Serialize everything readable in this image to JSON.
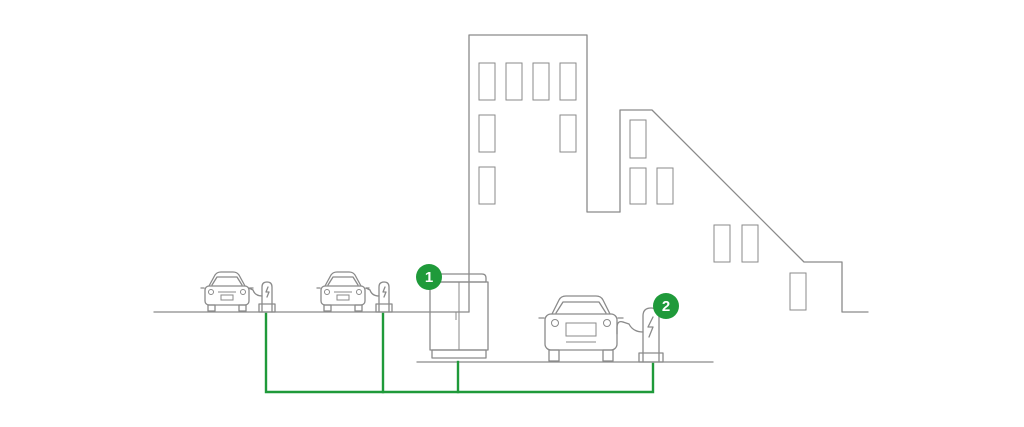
{
  "colors": {
    "line": "#8a8a8a",
    "power": "#1f9a3a",
    "badge": "#1f9a3a",
    "badge_text": "#ffffff",
    "background": "#ffffff"
  },
  "markers": [
    {
      "label": "1",
      "target": "power-cabinet"
    },
    {
      "label": "2",
      "target": "charging-station"
    }
  ],
  "icons": [
    "ev-car-icon",
    "charger-icon",
    "lightning-icon",
    "cabinet-icon",
    "building-icon"
  ]
}
